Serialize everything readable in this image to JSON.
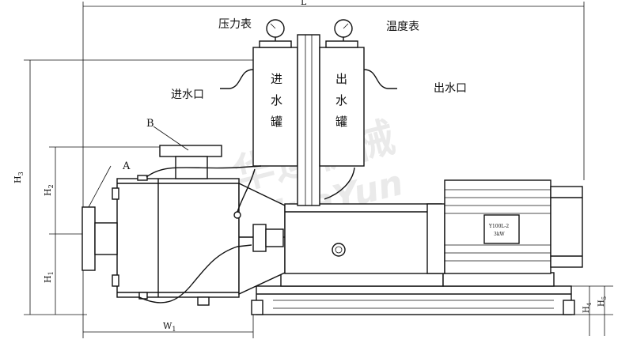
{
  "labels": {
    "pressure_gauge": "压力表",
    "temperature_gauge": "温度表",
    "inlet_port": "进水口",
    "outlet_port": "出水口",
    "inlet_tank": [
      "进",
      "水",
      "罐"
    ],
    "outlet_tank": [
      "出",
      "水",
      "罐"
    ],
    "point_a": "A",
    "point_b": "B",
    "motor_plate_line1": "Y100L-2",
    "motor_plate_line2": "3kW"
  },
  "dimensions": {
    "overall_length": "L",
    "height_h3_main": "H",
    "height_h3_sub": "3",
    "height_h2_main": "H",
    "height_h2_sub": "2",
    "height_h1_main": "H",
    "height_h1_sub": "1",
    "height_h4_main": "H",
    "height_h4_sub": "4",
    "height_h5_main": "H",
    "height_h5_sub": "5",
    "width_w1_main": "W",
    "width_w1_sub": "1"
  },
  "watermark": {
    "cn": "华运机械",
    "en": "HuaYun"
  }
}
